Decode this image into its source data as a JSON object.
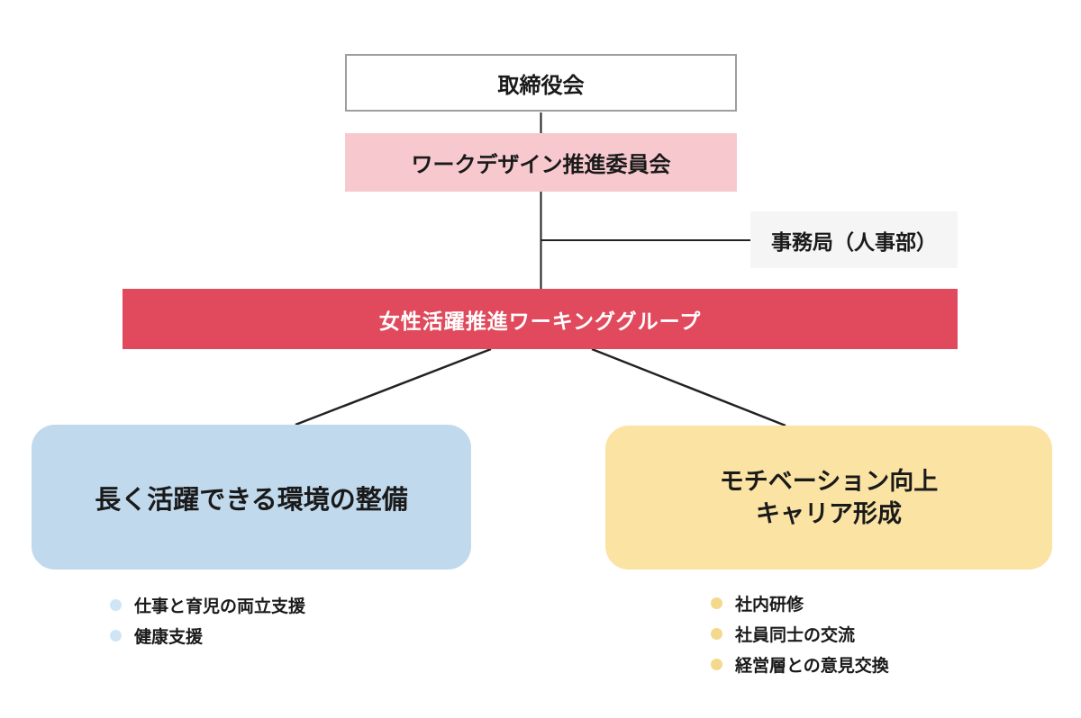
{
  "colors": {
    "background": "#ffffff",
    "line": "#222222",
    "board_border": "#9e9e9e",
    "committee_bg": "#f7c9cf",
    "secretariat_bg": "#f5f5f5",
    "working_group_bg": "#e04a5c",
    "working_group_text": "#ffffff",
    "env_box_bg": "#c0d9ec",
    "motivation_box_bg": "#fae3a3",
    "env_bullet": "#cfe5f5",
    "motivation_bullet": "#f4d98d",
    "text": "#1a1a1a"
  },
  "nodes": {
    "board": {
      "label": "取締役会"
    },
    "committee": {
      "label": "ワークデザイン推進委員会"
    },
    "secretariat": {
      "label": "事務局（人事部）"
    },
    "working_group": {
      "label": "女性活躍推進ワーキンググループ"
    },
    "env_group": {
      "label": "長く活躍できる環境の整備",
      "bullets": [
        "仕事と育児の両立支援",
        "健康支援"
      ]
    },
    "motivation_group": {
      "label_line1": "モチベーション向上",
      "label_line2": "キャリア形成",
      "bullets": [
        "社内研修",
        "社員同士の交流",
        "経営層との意見交換"
      ]
    }
  }
}
